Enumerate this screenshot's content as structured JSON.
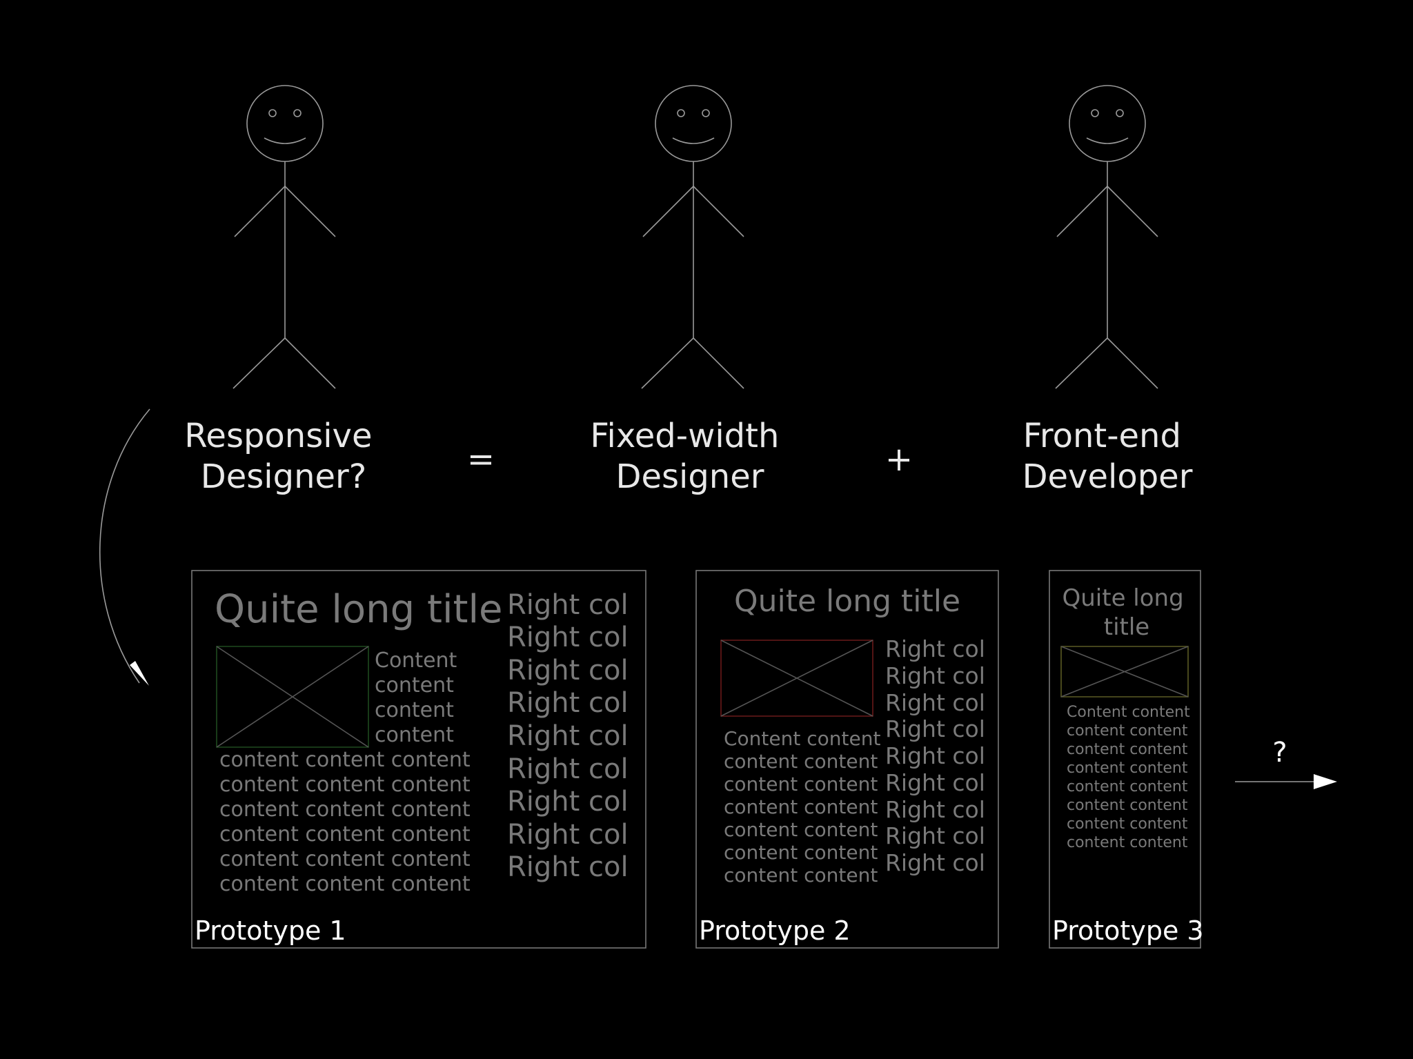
{
  "colors": {
    "background": "#000000",
    "figure_stroke": "#9a9a9a",
    "label_text": "#e8e8e8",
    "mockup_text": "#7a7a7a",
    "box_border": "#777777",
    "image_border_1": "#1f4a1f",
    "image_border_2": "#6a1a1a",
    "image_border_3": "#5a5a24",
    "arrow": "#ffffff"
  },
  "figures": [
    {
      "label_line1": "Responsive",
      "label_line2": "Designer?",
      "icon": "stick-figure"
    },
    {
      "label_line1": "Fixed-width",
      "label_line2": "Designer",
      "icon": "stick-figure"
    },
    {
      "label_line1": "Front-end",
      "label_line2": "Developer",
      "icon": "stick-figure"
    }
  ],
  "operators": {
    "equals": "=",
    "plus": "+"
  },
  "prototypes": [
    {
      "name": "Prototype 1",
      "title": "Quite long title",
      "side_content": [
        "Content",
        "content",
        "content",
        "content"
      ],
      "content_lines": [
        "content content content",
        "content content content",
        "content content content",
        "content content content",
        "content content content",
        "content content content"
      ],
      "right_col": [
        "Right col",
        "Right col",
        "Right col",
        "Right col",
        "Right col",
        "Right col",
        "Right col",
        "Right col",
        "Right col"
      ]
    },
    {
      "name": "Prototype 2",
      "title": "Quite long title",
      "content_lines": [
        "Content content",
        "content content",
        "content content",
        "content content",
        "content content",
        "content content",
        "content content"
      ],
      "right_col": [
        "Right col",
        "Right col",
        "Right col",
        "Right col",
        "Right col",
        "Right col",
        "Right col",
        "Right col",
        "Right col"
      ]
    },
    {
      "name": "Prototype 3",
      "title_line1": "Quite long",
      "title_line2": "title",
      "content_lines": [
        "Content content",
        "content content",
        "content content",
        "content content",
        "content content",
        "content content",
        "content content",
        "content content"
      ]
    }
  ],
  "next_step": {
    "label": "?"
  }
}
